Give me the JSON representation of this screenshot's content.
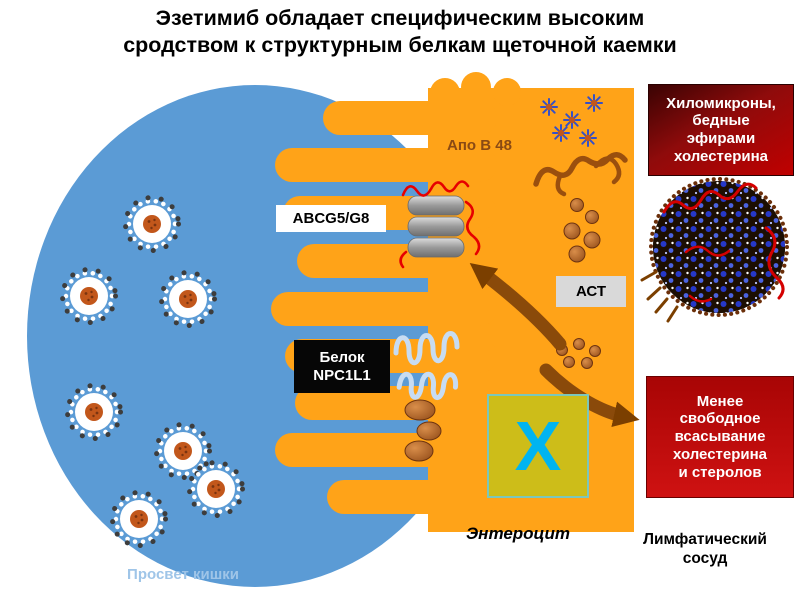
{
  "title": "Эзетимиб обладает специфическим высоким\nсродством к структурным белкам щеточной каемки",
  "labels": {
    "apo_b48": "Апо В 48",
    "abcg5_g8": "ABCG5/G8",
    "npc1l1": "Белок\nNPC1L1",
    "act": "АСТ",
    "x_mark": "X",
    "enterocyte": "Энтероцит",
    "lymph_vessel": "Лимфатический\nсосуд",
    "lumen": "Просвет кишки"
  },
  "callouts": {
    "chylomicrons": "Хиломикроны,\nбедные\nэфирами\nхолестерина",
    "less_absorption": "Менее\nсвободное\nвсасывание\nхолестерина\nи стеролов"
  },
  "colors": {
    "lumen_blue": "#5B9BD5",
    "cell_orange": "#FFA318",
    "callout_red_dark": "#8F0B0B",
    "callout_red": "#C00000",
    "x_cyan": "#00B4F0",
    "x_box_yellow": "#CDBD19",
    "arrow_brown": "#8A4A0A",
    "micelle_core_orange": "#C2571B",
    "lumen_label_blue": "#9FC5E8"
  },
  "figures": {
    "micelle": "micelle-icon",
    "abcg5_g8_transporter": "gray-cylinder-stack-icon",
    "npc1l1_protein": "blue-loop-protein-icon",
    "sterol_squiggle": "red-squiggle-icon",
    "apo_b48_protein": "brown-squiggle-icon",
    "chylomicron": "dark-sphere-blue-dots-icon",
    "cholesterol": "brown-circles-icon",
    "blocked": "cyan-x-icon"
  }
}
